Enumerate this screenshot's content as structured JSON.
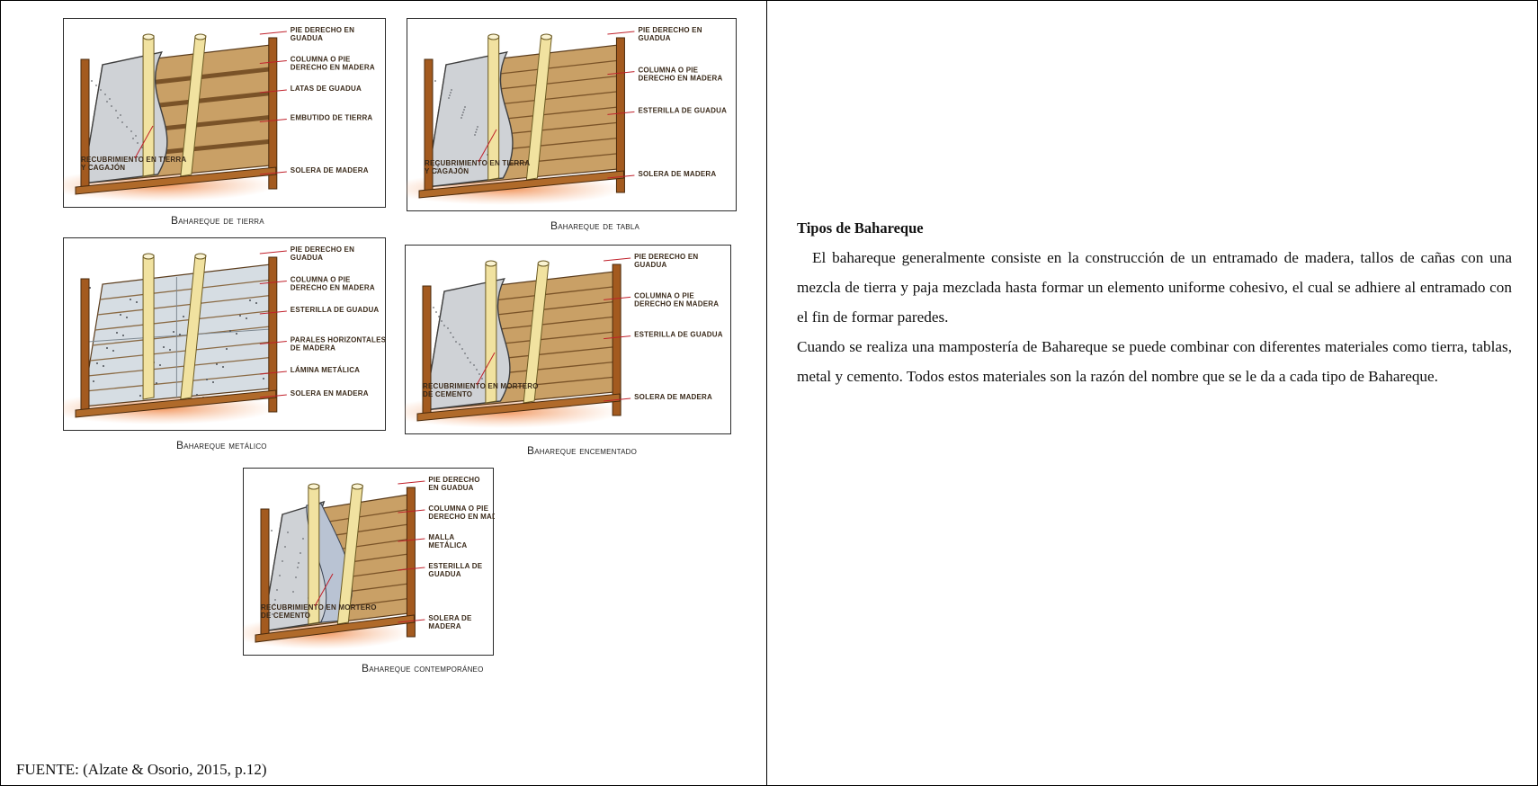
{
  "figures": [
    {
      "caption": "Bahareque de tierra",
      "labels": [
        "PIE DERECHO EN GUADUA",
        "COLUMNA O PIE DERECHO EN MADERA",
        "LATAS DE GUADUA",
        "EMBUTIDO DE TIERRA",
        "RECUBRIMIENTO EN TIERRA Y CAGAJÓN",
        "SOLERA DE MADERA"
      ]
    },
    {
      "caption": "Bahareque de tabla",
      "labels": [
        "PIE DERECHO EN GUADUA",
        "COLUMNA O PIE DERECHO EN MADERA",
        "ESTERILLA DE GUADUA",
        "RECUBRIMIENTO EN TIERRA Y CAGAJÓN",
        "SOLERA DE MADERA"
      ]
    },
    {
      "caption": "Bahareque metálico",
      "labels": [
        "PIE DERECHO EN GUADUA",
        "COLUMNA O PIE DERECHO EN MADERA",
        "ESTERILLA DE GUADUA",
        "PARALES HORIZONTALES DE MADERA",
        "LÁMINA METÁLICA",
        "SOLERA EN MADERA"
      ]
    },
    {
      "caption": "Bahareque encementado",
      "labels": [
        "PIE DERECHO EN GUADUA",
        "COLUMNA O PIE DERECHO EN MADERA",
        "ESTERILLA DE GUADUA",
        "RECUBRIMIENTO EN MORTERO DE CEMENTO",
        "SOLERA DE MADERA"
      ]
    },
    {
      "caption": "Bahareque contemporáneo",
      "labels": [
        "PIE DERECHO EN GUADUA",
        "COLUMNA O PIE DERECHO EN MADERA",
        "MALLA METÁLICA",
        "ESTERILLA DE GUADUA",
        "RECUBRIMIENTO EN MORTERO DE CEMENTO",
        "SOLERA DE MADERA"
      ]
    }
  ],
  "source": "FUENTE: (Alzate & Osorio, 2015, p.12)",
  "section": {
    "heading": "Tipos de Bahareque",
    "paragraph_1": "El bahareque generalmente consiste en la construcción de un entramado de  madera, tallos de cañas con una mezcla de tierra y paja mezclada hasta formar un elemento uniforme cohesivo, el cual se adhiere al entramado con el fin de formar paredes.",
    "paragraph_2": "Cuando se realiza una mampostería de Bahareque se puede combinar con diferentes materiales como tierra, tablas, metal y cemento. Todos estos materiales son la razón del nombre que se le da a cada tipo de Bahareque."
  }
}
